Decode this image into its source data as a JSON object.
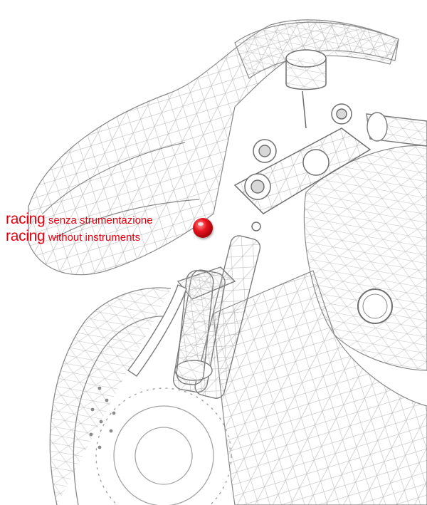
{
  "annotation": {
    "line1": {
      "keyword": "racing",
      "text": "senza strumentazione"
    },
    "line2": {
      "keyword": "racing",
      "text": "without instruments"
    }
  },
  "colors": {
    "accent": "#e3000f",
    "wireframe": "#8a8a8a",
    "background": "#ffffff"
  },
  "hotspot": {
    "icon": "red-dot-marker-icon"
  }
}
